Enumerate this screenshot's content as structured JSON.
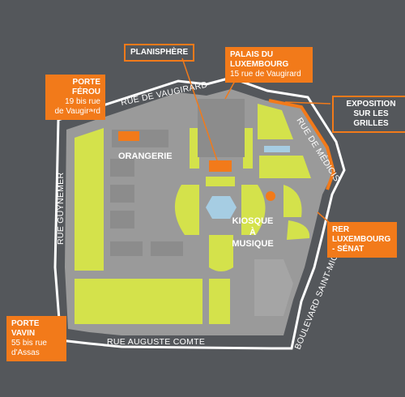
{
  "colors": {
    "background": "#54575b",
    "outline": "#ffffff",
    "paths": "#9a9a9a",
    "lawns": "#d4e24b",
    "buildings": "#8c8c8c",
    "water": "#a6cde3",
    "accent": "#f27a1a"
  },
  "streets": {
    "vaugirard": "RUE DE VAUGIRARD",
    "guynemer": "RUE GUYNEMER",
    "medicis": "RUE DE MÉDICIS",
    "comte": "RUE AUGUSTE COMTE",
    "saint_michel": "BOULEVARD SAINT-MICHEL"
  },
  "places": {
    "orangerie": "ORANGERIE",
    "kiosque": [
      "KIOSQUE",
      "À",
      "MUSIQUE"
    ]
  },
  "callouts": {
    "porte_ferou": {
      "title": "PORTE FÉROU",
      "lines": [
        "19 bis rue",
        "de Vaugirard"
      ]
    },
    "planisphere": {
      "title": "PLANISPHÈRE"
    },
    "palais": {
      "title_lines": [
        "PALAIS DU",
        "LUXEMBOURG"
      ],
      "sub": "15 rue de Vaugirard"
    },
    "exposition": {
      "title_lines": [
        "EXPOSITION",
        "SUR LES GRILLES"
      ]
    },
    "rer": {
      "title_lines": [
        "RER",
        "LUXEMBOURG",
        "- SÉNAT"
      ]
    },
    "porte_vavin": {
      "title": "PORTE VAVIN",
      "lines": [
        "55 bis rue",
        "d'Assas"
      ]
    }
  }
}
